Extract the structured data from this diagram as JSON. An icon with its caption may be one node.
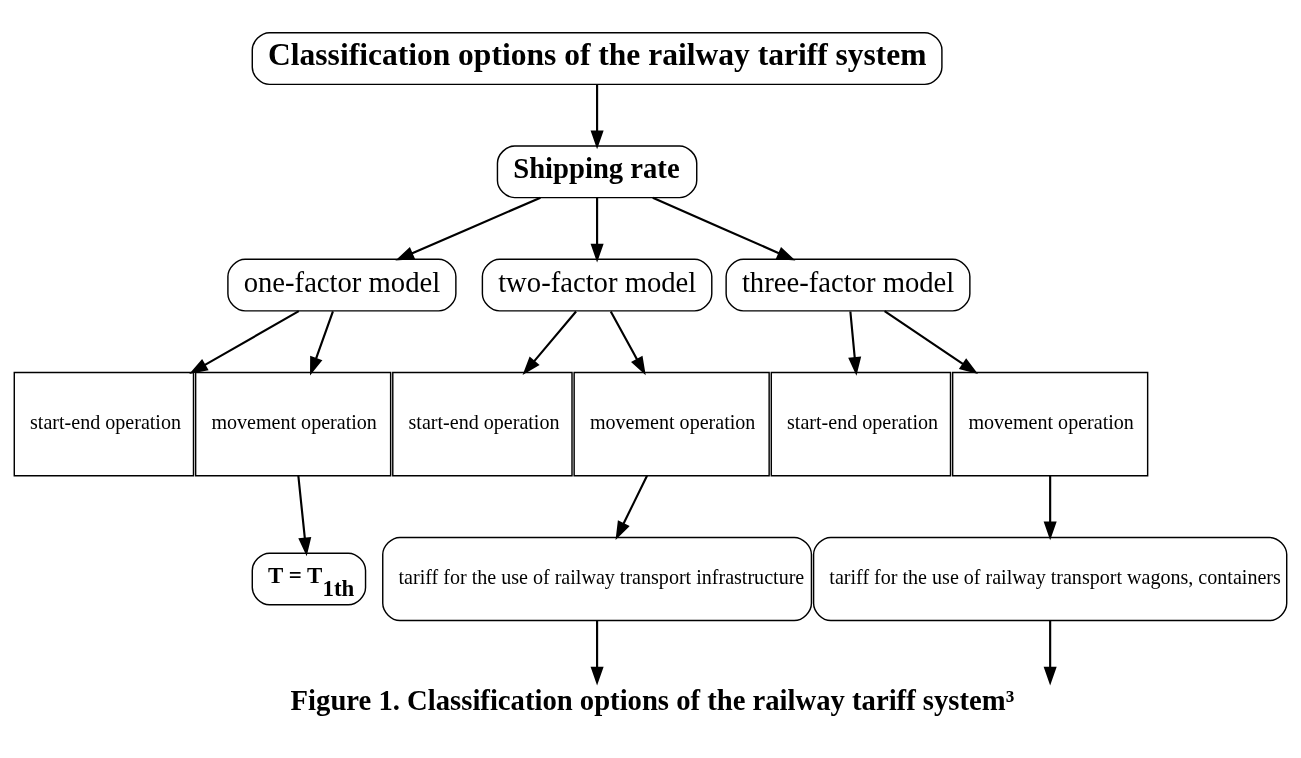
{
  "diagram": {
    "caption": "Figure 1. Classification options of the railway tariff system³",
    "nodes": [
      {
        "text": [
          "Classification options of the railway tariff system"
        ]
      },
      {
        "text": [
          "Shipping rate"
        ]
      },
      {
        "text": [
          "one-factor model"
        ]
      },
      {
        "text": [
          "two-factor model"
        ]
      },
      {
        "text": [
          "three-factor model"
        ]
      },
      {
        "text": [
          "start-end operation"
        ]
      },
      {
        "text": [
          "movement operation"
        ]
      },
      {
        "text": [
          "start-end operation"
        ]
      },
      {
        "text": [
          "movement operation"
        ]
      },
      {
        "text": [
          "start-end operation"
        ]
      },
      {
        "text": [
          "movement operation"
        ]
      },
      {
        "text": [
          "T = T$_{1th}$"
        ]
      },
      {
        "text": [
          "tariff for the use of railway transport infrastructure"
        ]
      },
      {
        "text": [
          "tariff for the use of railway transport wagons, containers"
        ]
      }
    ],
    "edges": [
      {
        "from": 0,
        "to": 1,
        "arrow": "to"
      },
      {
        "from": 1,
        "to": 2,
        "arrow": "to"
      },
      {
        "from": 1,
        "to": 3,
        "arrow": "to"
      },
      {
        "from": 1,
        "to": 4,
        "arrow": "to"
      },
      {
        "from": 2,
        "to": 5,
        "arrow": "to"
      },
      {
        "from": 2,
        "to": 6,
        "arrow": "to"
      },
      {
        "from": 3,
        "to": 7,
        "arrow": "to"
      },
      {
        "from": 3,
        "to": 8,
        "arrow": "to"
      },
      {
        "from": 4,
        "to": 9,
        "arrow": "to"
      },
      {
        "from": 4,
        "to": 10,
        "arrow": "to"
      },
      {
        "from": 6,
        "to": 11,
        "arrow": "to"
      },
      {
        "from": 8,
        "to": 12,
        "arrow": "to"
      },
      {
        "from": 10,
        "to": 13,
        "arrow": "to"
      },
      {
        "from": 12,
        "to": null,
        "arrow": "to"
      },
      {
        "from": 13,
        "to": null,
        "arrow": "to"
      }
    ]
  }
}
